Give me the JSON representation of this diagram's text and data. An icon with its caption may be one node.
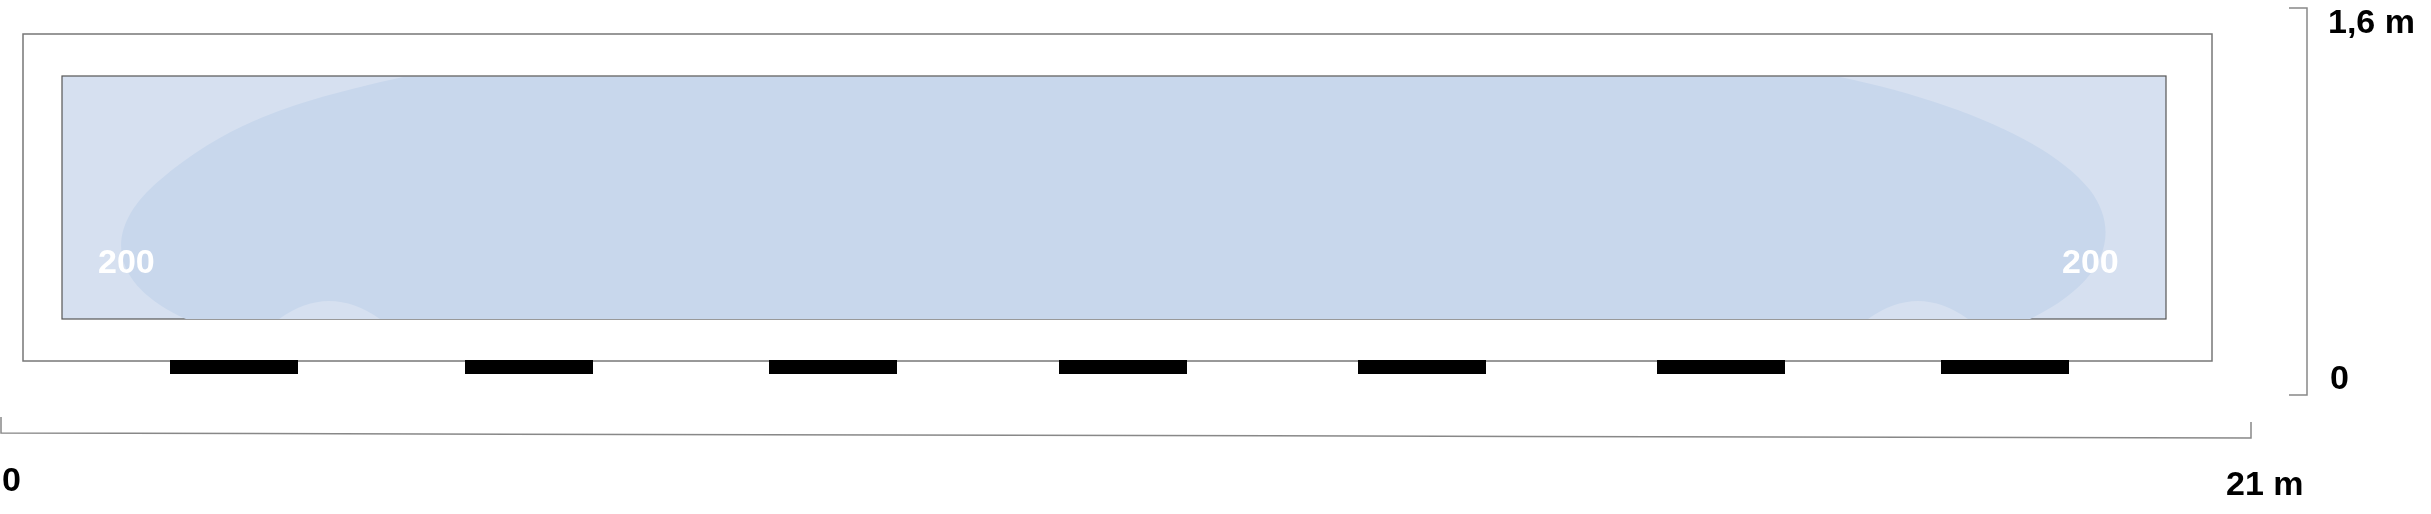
{
  "diagram": {
    "labels": [
      "1,6 m",
      "200",
      "200",
      "0",
      "0",
      "21 m"
    ]
  }
}
